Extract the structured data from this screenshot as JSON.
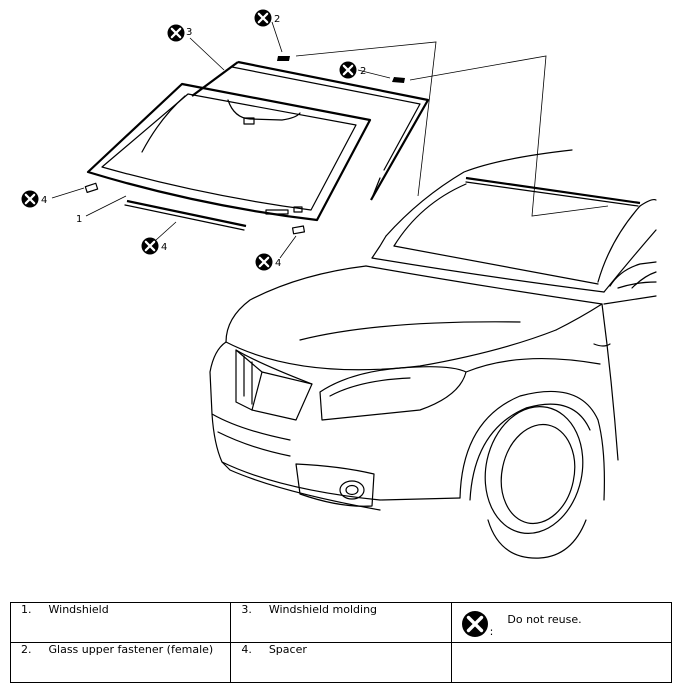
{
  "callouts": {
    "c1": "1",
    "c2a": "2",
    "c2b": "2",
    "c3": "3",
    "c4a": "4",
    "c4b": "4",
    "c4c": "4"
  },
  "legend": {
    "row1": [
      {
        "num": "1.",
        "label": "Windshield"
      },
      {
        "num": "3.",
        "label": "Windshield molding"
      },
      {
        "colon": ":",
        "label": "Do not reuse."
      }
    ],
    "row2": [
      {
        "num": "2.",
        "label": "Glass upper fastener (female)"
      },
      {
        "num": "4.",
        "label": "Spacer"
      },
      {
        "label": ""
      }
    ]
  },
  "icons": {
    "do_not_reuse": "circled-x-icon"
  }
}
